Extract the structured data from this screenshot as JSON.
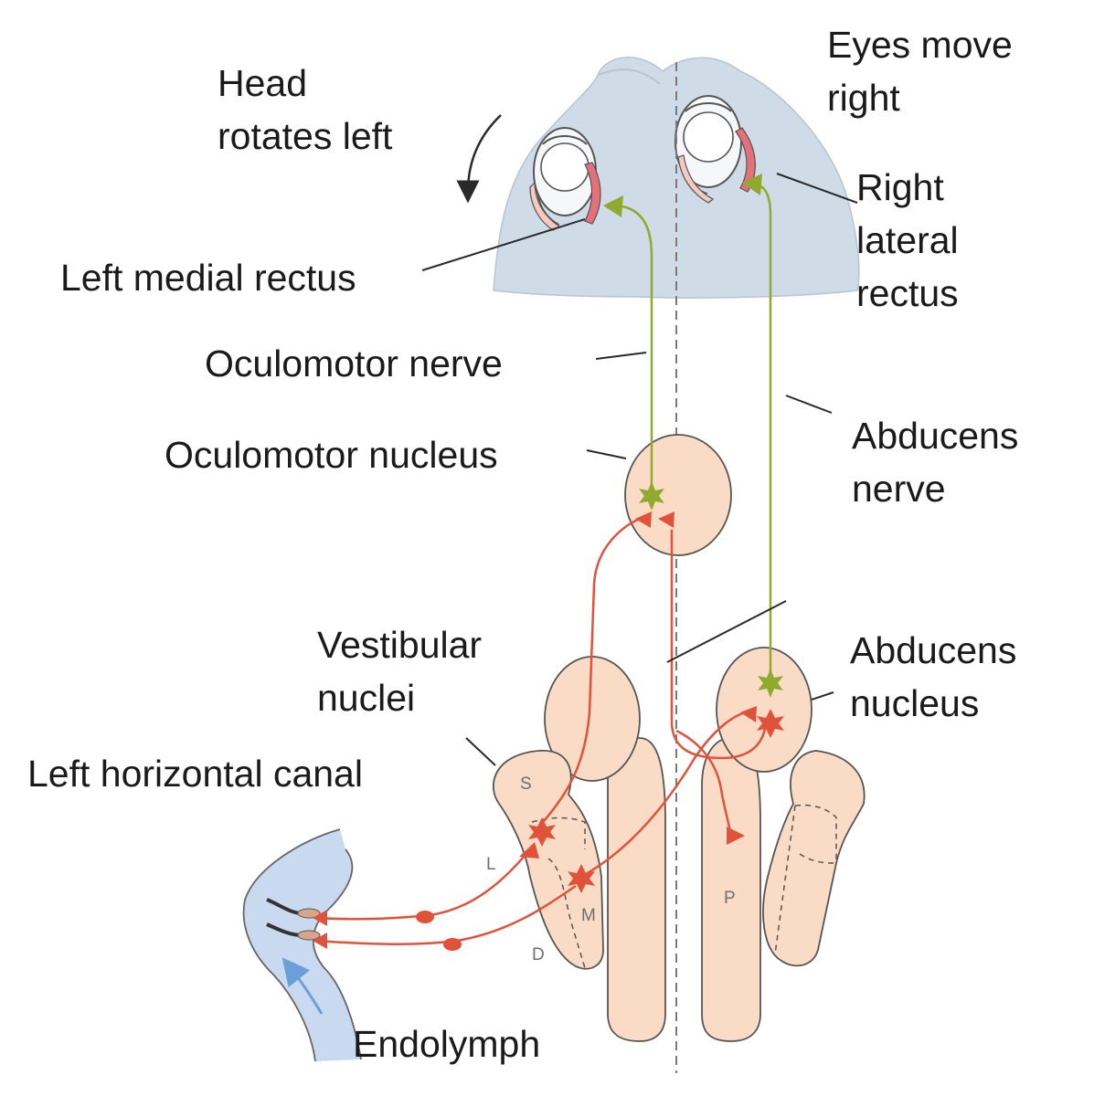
{
  "labels": {
    "head_rotates": [
      "Head",
      "rotates left"
    ],
    "eyes_move": [
      "Eyes move",
      "right"
    ],
    "right_lateral_rectus": [
      "Right",
      "lateral",
      "rectus"
    ],
    "left_medial_rectus": "Left medial rectus",
    "oculomotor_nerve": "Oculomotor nerve",
    "oculomotor_nucleus": "Oculomotor nucleus",
    "abducens_nerve": [
      "Abducens",
      "nerve"
    ],
    "vestibular_nuclei": [
      "Vestibular",
      "nuclei"
    ],
    "abducens_nucleus": [
      "Abducens",
      "nucleus"
    ],
    "left_horizontal_canal": "Left horizontal canal",
    "endolymph": "Endolymph",
    "nucleus_letters": {
      "s": "S",
      "l": "L",
      "m": "M",
      "d": "D",
      "p": "P"
    }
  },
  "colors": {
    "head": "#cfdbe6",
    "tissue": "#fadcc6",
    "tissue_stroke": "#555555",
    "excitatory_pathway": "#e0533a",
    "motor_nerve": "#8faa2f",
    "muscle": "#e6707a",
    "canal": "#c9d9f0",
    "endolymph_arrow": "#6a9fd8"
  }
}
